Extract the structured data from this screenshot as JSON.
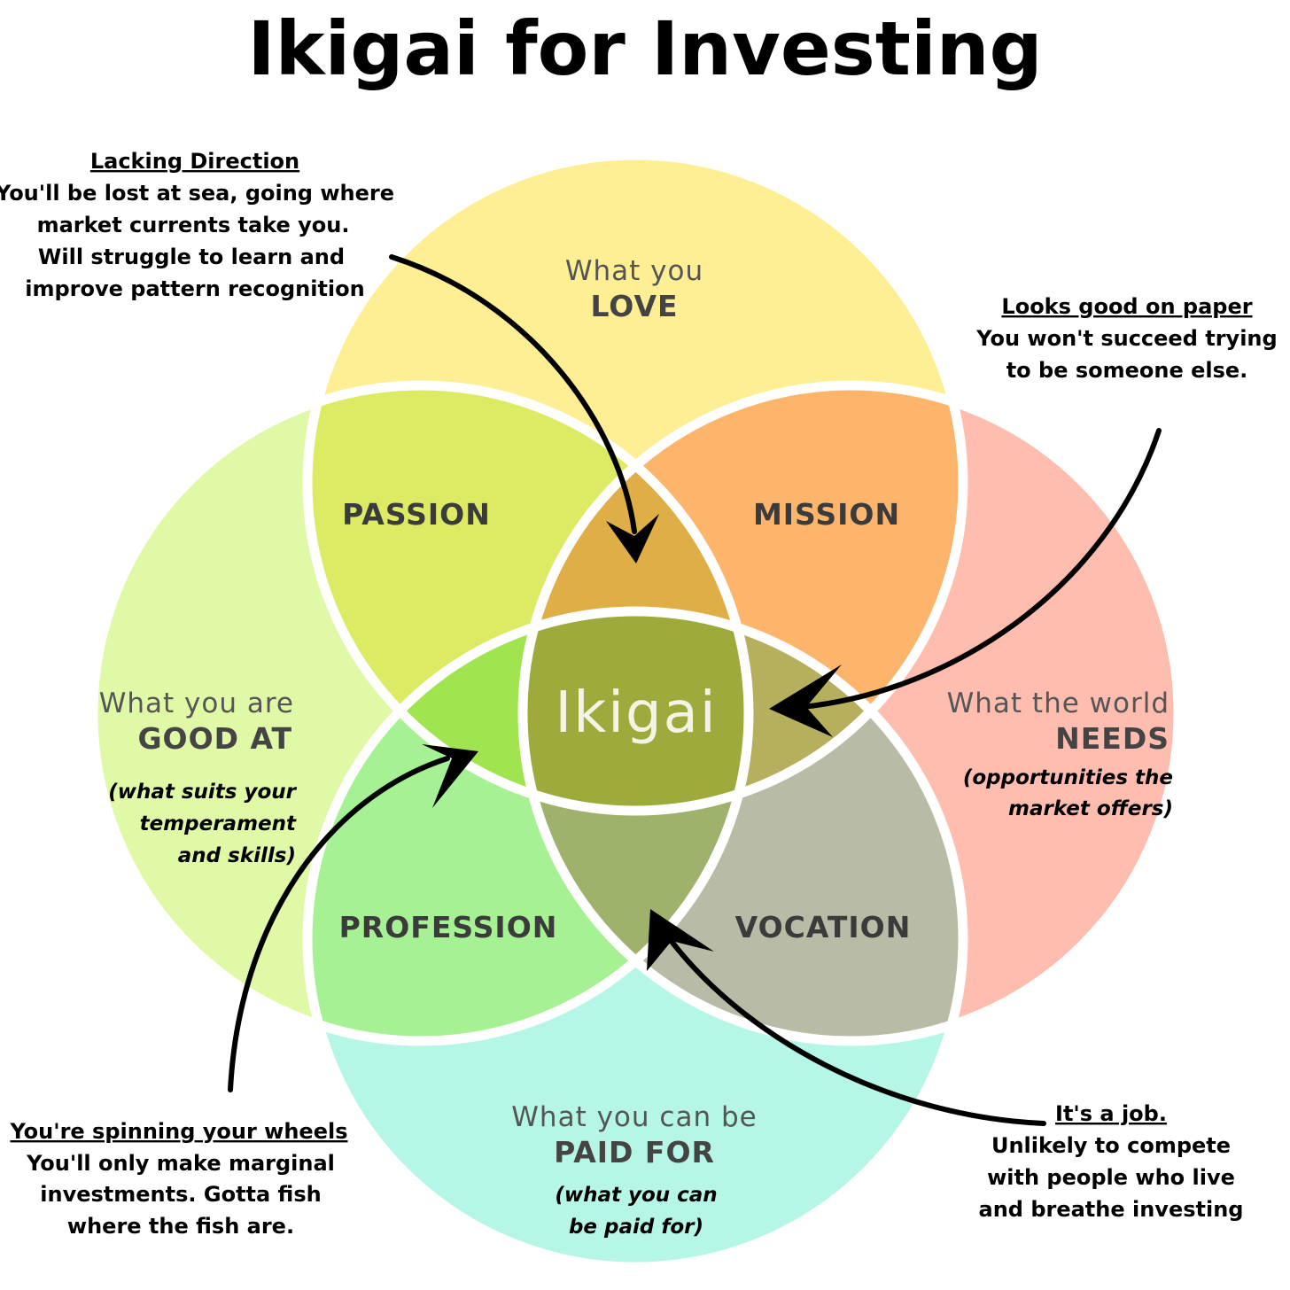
{
  "title": "Ikigai for Investing",
  "colors": {
    "love": "#FEEE94",
    "good_at": "#E0F9A7",
    "needs": "#FEBDAF",
    "paid_for": "#B5F6E6",
    "passion": "#DDEA63",
    "mission": "#FDB46B",
    "profession": "#A6F194",
    "vocation": "#B8BBA6",
    "love_needs_good": "#E0AE46",
    "love_good_paid": "#A0E550",
    "love_needs_paid": "#B5AF5E",
    "needs_good_paid": "#9FB26C",
    "ikigai_center": "#9FAA3C"
  },
  "circles": {
    "love": {
      "line1": "What you",
      "line2": "LOVE"
    },
    "good_at": {
      "line1": "What you are",
      "line2": "GOOD AT",
      "note": [
        "(what suits your",
        "temperament",
        "and skills)"
      ]
    },
    "needs": {
      "line1": "What the world",
      "line2": "NEEDS",
      "note": [
        "(opportunities the",
        "market offers)"
      ]
    },
    "paid_for": {
      "line1": "What you can be",
      "line2": "PAID FOR",
      "note": [
        "(what you can",
        "be paid for)"
      ]
    }
  },
  "overlaps": {
    "passion": "PASSION",
    "mission": "MISSION",
    "profession": "PROFESSION",
    "vocation": "VOCATION",
    "center": "Ikigai"
  },
  "annotations": {
    "lacking_direction": {
      "heading": "Lacking Direction",
      "lines": [
        "You'll be lost at sea, going where",
        "market currents take you.",
        "Will struggle to learn and",
        "improve pattern recognition"
      ]
    },
    "looks_good": {
      "heading": "Looks good on paper",
      "lines": [
        "You won't succeed trying",
        "to be someone else."
      ]
    },
    "spinning": {
      "heading": "You're spinning your wheels",
      "lines": [
        "You'll only make marginal",
        "investments. Gotta fish",
        "where the fish are."
      ]
    },
    "job": {
      "heading": "It's a job.",
      "lines": [
        "Unlikely to compete",
        "with people who live",
        "and breathe investing"
      ]
    }
  }
}
